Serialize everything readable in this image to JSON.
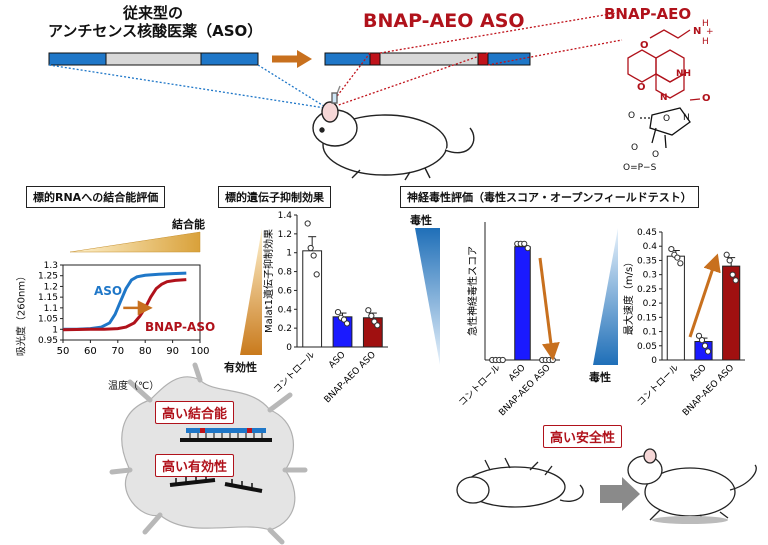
{
  "header": {
    "aso_title_line1": "従来型の",
    "aso_title_line2": "アンチセンス核酸医薬（ASO）",
    "bnap_title": "BNAP-AEO ASO",
    "bnap_structure_label": "BNAP-AEO"
  },
  "sections": {
    "binding": "標的RNAへの結合能評価",
    "suppression": "標的遺伝子抑制効果",
    "toxicity": "神経毒性評価（毒性スコア・オープンフィールドテスト）"
  },
  "binding_panel": {
    "gradient_label": "結合能",
    "series_aso": "ASO",
    "series_bnap": "BNAP-ASO",
    "ylabel": "吸光度（260nm）",
    "xlabel": "温度（℃）"
  },
  "efficacy_panel": {
    "gradient_label": "有効性"
  },
  "toxicity_panel": {
    "gradient_label": "毒性",
    "gradient_label_bottom": "毒性"
  },
  "bottom": {
    "high_binding": "高い結合能",
    "high_efficacy": "高い有効性",
    "high_safety": "高い安全性"
  },
  "colors": {
    "aso_blue": "#1f77c8",
    "bnap_red": "#b0121b",
    "arrow_orange": "#c8701e",
    "control_white": "#ffffff",
    "aso_bar_blue": "#1a1aff",
    "bnap_bar_red": "#a01010"
  },
  "chart_data": [
    {
      "type": "line",
      "name": "melting_curves",
      "xlabel": "温度（℃）",
      "ylabel": "吸光度（260nm）",
      "xlim": [
        50,
        100
      ],
      "ylim": [
        0.95,
        1.3
      ],
      "xticks": [
        "50",
        "60",
        "70",
        "80",
        "90",
        "100"
      ],
      "yticks": [
        "0.95",
        "1",
        "1.05",
        "1.1",
        "1.15",
        "1.2",
        "1.25",
        "1.3"
      ],
      "series": [
        {
          "name": "ASO",
          "color": "#1f77c8",
          "x": [
            50,
            55,
            60,
            64,
            67,
            69,
            71,
            73,
            75,
            77,
            80,
            85,
            90,
            95
          ],
          "y": [
            1.0,
            1.0,
            1.003,
            1.01,
            1.03,
            1.07,
            1.13,
            1.19,
            1.23,
            1.245,
            1.252,
            1.257,
            1.26,
            1.262
          ]
        },
        {
          "name": "BNAP-ASO",
          "color": "#b0121b",
          "x": [
            50,
            55,
            60,
            65,
            70,
            73,
            76,
            78,
            80,
            82,
            84,
            86,
            88,
            91,
            95
          ],
          "y": [
            0.998,
            0.999,
            1.0,
            1.0,
            1.003,
            1.01,
            1.03,
            1.06,
            1.1,
            1.15,
            1.19,
            1.21,
            1.222,
            1.228,
            1.232
          ]
        }
      ]
    },
    {
      "type": "bar",
      "name": "target_gene_suppression",
      "ylabel": "Malat1遺伝子抑制効果",
      "ylim": [
        0,
        1.4
      ],
      "yticks": [
        "0",
        "0.2",
        "0.4",
        "0.6",
        "0.8",
        "1",
        "1.2",
        "1.4"
      ],
      "categories": [
        "コントロール",
        "ASO",
        "BNAP-AEO ASO"
      ],
      "values": [
        1.02,
        0.32,
        0.31
      ],
      "errors": [
        0.15,
        0.04,
        0.05
      ],
      "points": [
        [
          1.31,
          1.05,
          0.97,
          0.77
        ],
        [
          0.37,
          0.31,
          0.29,
          0.25
        ],
        [
          0.39,
          0.33,
          0.27,
          0.23
        ]
      ],
      "colors": [
        "#ffffff",
        "#1a1aff",
        "#a01010"
      ]
    },
    {
      "type": "bar",
      "name": "acute_neurotoxicity_score",
      "ylabel": "急性神経毒性スコア",
      "categories": [
        "コントロール",
        "ASO",
        "BNAP-AEO ASO"
      ],
      "values": [
        0,
        7.8,
        0
      ],
      "ymax": 9.5,
      "points": [
        [
          0,
          0,
          0,
          0
        ],
        [
          8,
          8,
          8,
          7.7
        ],
        [
          0,
          0,
          0,
          0
        ]
      ],
      "colors": [
        "#ffffff",
        "#1a1aff",
        "#a01010"
      ]
    },
    {
      "type": "bar",
      "name": "max_speed",
      "ylabel": "最大速度（m/s）",
      "ylim": [
        0,
        0.45
      ],
      "yticks": [
        "0",
        "0.05",
        "0.1",
        "0.15",
        "0.2",
        "0.25",
        "0.3",
        "0.35",
        "0.4",
        "0.45"
      ],
      "categories": [
        "コントロール",
        "ASO",
        "BNAP-AEO ASO"
      ],
      "values": [
        0.365,
        0.065,
        0.33
      ],
      "errors": [
        0.02,
        0.012,
        0.03
      ],
      "points": [
        [
          0.39,
          0.37,
          0.36,
          0.34
        ],
        [
          0.085,
          0.07,
          0.05,
          0.03
        ],
        [
          0.37,
          0.35,
          0.3,
          0.28
        ]
      ],
      "colors": [
        "#ffffff",
        "#1a1aff",
        "#a01010"
      ]
    }
  ]
}
